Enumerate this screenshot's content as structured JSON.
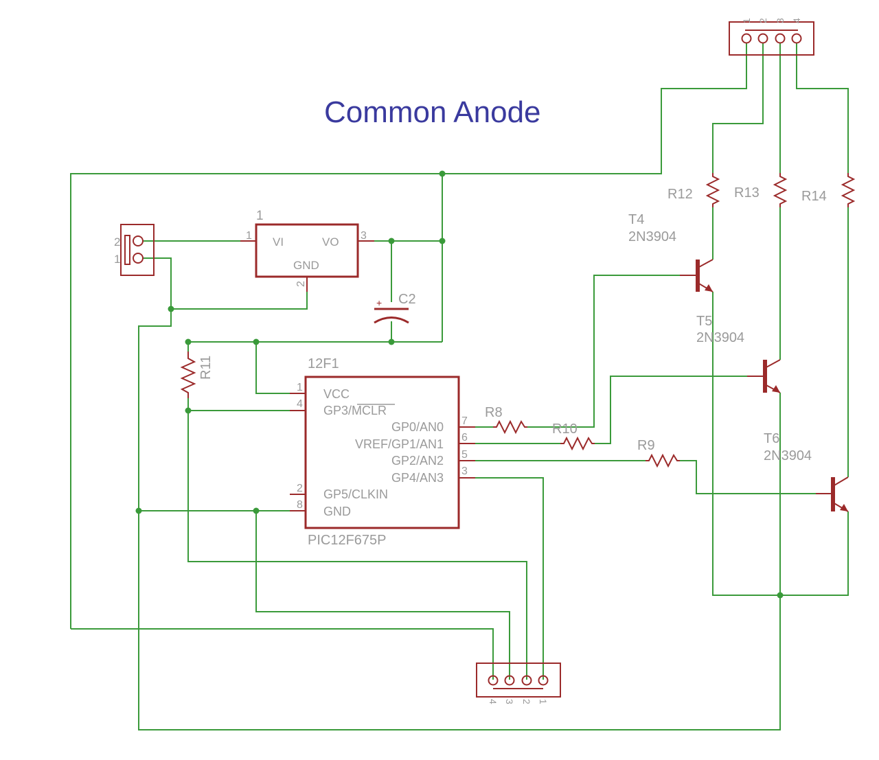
{
  "title": "Common Anode",
  "colors": {
    "wire": "#3a9a3a",
    "component": "#9b2a2a",
    "label": "#9a9a9a",
    "title": "#3a3a9e"
  },
  "power_connector": {
    "pins": [
      "2",
      "1"
    ]
  },
  "regulator": {
    "name": "1",
    "pin_vi": "VI",
    "pin_vo": "VO",
    "pin_gnd": "GND",
    "pin_num_vi": "1",
    "pin_num_vo": "3",
    "pin_num_gnd": "2"
  },
  "capacitor": {
    "name": "C2",
    "polarity": "+"
  },
  "mcu": {
    "name": "12F1",
    "value": "PIC12F675P",
    "pins": [
      {
        "num": "1",
        "label": "VCC"
      },
      {
        "num": "4",
        "label": "GP3/MCLR"
      },
      {
        "num": "7",
        "label": "GP0/AN0"
      },
      {
        "num": "6",
        "label": "VREF/GP1/AN1"
      },
      {
        "num": "5",
        "label": "GP2/AN2"
      },
      {
        "num": "3",
        "label": "GP4/AN3"
      },
      {
        "num": "2",
        "label": "GP5/CLKIN"
      },
      {
        "num": "8",
        "label": "GND"
      }
    ]
  },
  "resistors": {
    "r8": "R8",
    "r9": "R9",
    "r10": "R10",
    "r11": "R11",
    "r12": "R12",
    "r13": "R13",
    "r14": "R14"
  },
  "transistors": [
    {
      "name": "T4",
      "value": "2N3904"
    },
    {
      "name": "T5",
      "value": "2N3904"
    },
    {
      "name": "T6",
      "value": "2N3904"
    }
  ],
  "led_connector": {
    "pins": [
      "1",
      "2",
      "3",
      "4"
    ]
  },
  "io_connector": {
    "pins": [
      "4",
      "3",
      "2",
      "1"
    ]
  }
}
